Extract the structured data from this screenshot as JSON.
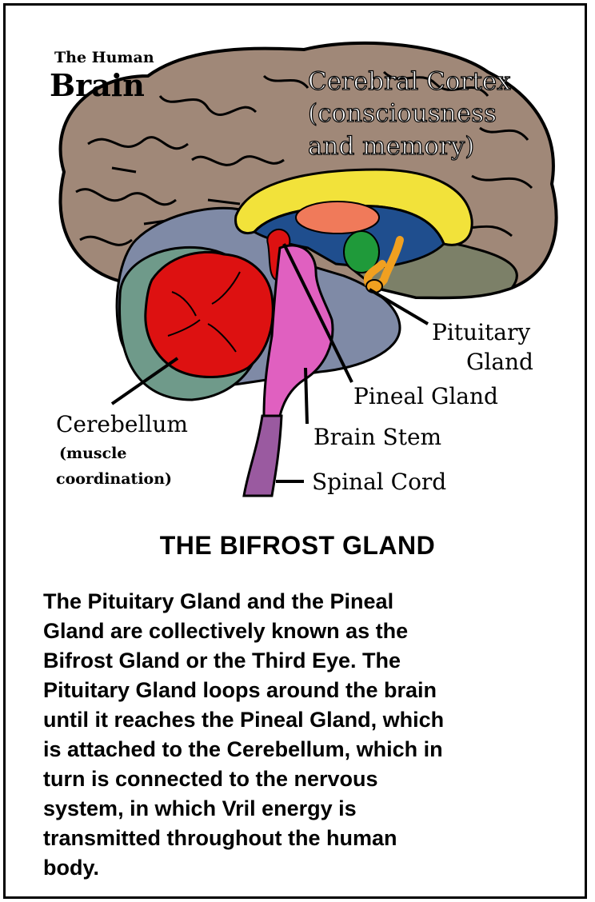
{
  "title": {
    "small": "The Human",
    "large": "Brain"
  },
  "labels": {
    "cortex_line1": "Cerebral Cortex",
    "cortex_line2": "(consciousness",
    "cortex_line3": "and memory)",
    "pituitary_line1": "Pituitary",
    "pituitary_line2": "Gland",
    "pineal": "Pineal Gland",
    "cerebellum": "Cerebellum",
    "cerebellum_note1": "(muscle",
    "cerebellum_note2": "coordination)",
    "brain_stem": "Brain Stem",
    "spinal_cord": "Spinal Cord"
  },
  "heading": "THE BIFROST GLAND",
  "paragraph": "  The Pituitary Gland and the Pineal\nGland are collectively known as the\nBifrost Gland or the Third Eye.  The\nPituitary Gland loops around the brain\nuntil it reaches the Pineal Gland, which\nis attached to the Cerebellum, which in\nturn is connected to the nervous\nsystem, in which Vril energy is\ntransmitted throughout the human\nbody.",
  "colors": {
    "cortex": "#a08878",
    "cortex_dark": "#7c8068",
    "limbic": "#7f8aa6",
    "ventricle_blue": "#1f4e8e",
    "corpus_callosum": "#f2e23a",
    "thalamus": "#f07a5a",
    "green_body": "#1f9a3a",
    "pituitary": "#f0a020",
    "cerebellum": "#dd1111",
    "cerebellum_region": "#6f9a8a",
    "brain_stem": "#e060c0",
    "spinal_cord": "#9a5aa0"
  }
}
